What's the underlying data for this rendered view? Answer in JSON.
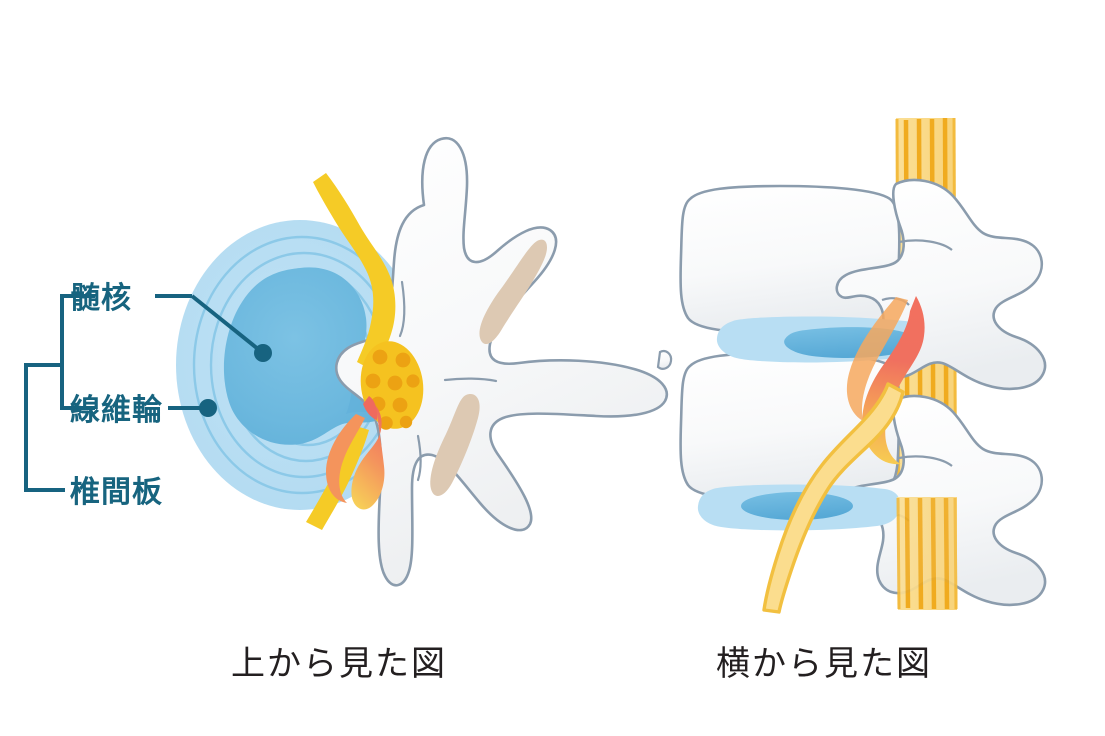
{
  "diagram": {
    "title_top_view": "上から見た図",
    "title_side_view": "横から見た図",
    "labels": {
      "nucleus": "髄核",
      "annulus": "線維輪",
      "disc": "椎間板"
    },
    "icon_names": {
      "brace": "brace-bracket-icon",
      "leader_dot": "leader-dot-icon",
      "nerve_root": "nerve-root-icon",
      "cauda_equina": "cauda-equina-icon",
      "compression": "nerve-compression-icon",
      "vertebra_top": "vertebra-top-view-icon",
      "vertebra_side": "vertebra-side-view-icon"
    },
    "colors": {
      "label_text": "#17647f",
      "leader_line": "#176380",
      "caption_text": "#231f20",
      "annulus_fill": "#b8def3",
      "annulus_ring": "#8cc9e8",
      "nucleus_fill": "#6cb8de",
      "nucleus_fill_dark": "#5aa9d4",
      "bone_fill": "#f4f6f7",
      "bone_stroke": "#8b9cad",
      "facet_beige": "#ddc9b3",
      "nerve_yellow": "#f5cb26",
      "nerve_yellow_pale": "#fbdd8e",
      "nerve_yellow_mid": "#f6c33a",
      "cord_stripe": "#f0ab1f",
      "nerve_dot": "#eca213",
      "compression_red": "#ef6a5e",
      "compression_orange": "#f59a55",
      "background": "#ffffff"
    },
    "top_view": {
      "annulus_ring_count": 6,
      "cauda_equina_dot_count": 9,
      "description": "Axial view of lumbar vertebra with herniated disc compressing nerve root"
    },
    "side_view": {
      "vertebra_count": 2,
      "disc_count": 2,
      "description": "Lateral view of two vertebral bodies with spinal cord and compressed nerve root"
    }
  }
}
